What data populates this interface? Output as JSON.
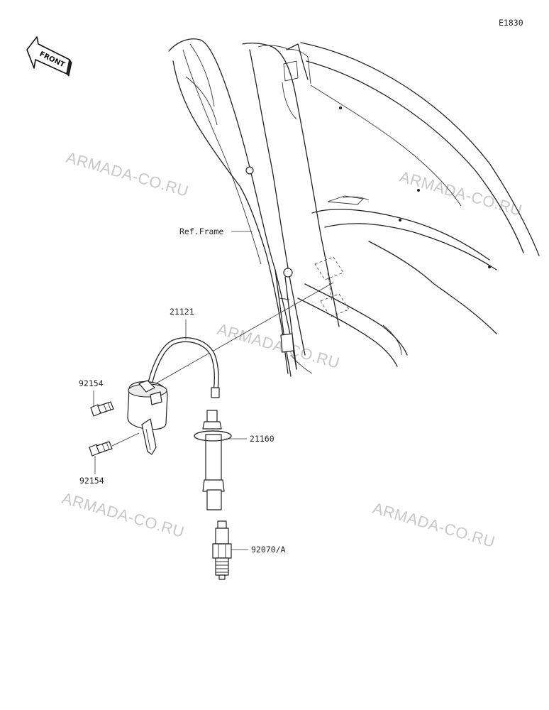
{
  "diagram": {
    "code": "E1830",
    "front_label": "FRONT",
    "frame_ref": "Ref.Frame",
    "parts": [
      {
        "id": "ignition-wire",
        "number": "21121"
      },
      {
        "id": "bolt-upper",
        "number": "92154"
      },
      {
        "id": "bolt-lower",
        "number": "92154"
      },
      {
        "id": "plug-cap",
        "number": "21160"
      },
      {
        "id": "spark-plug",
        "number": "92070/A"
      }
    ],
    "watermarks": [
      "ARMADA-CO.RU",
      "ARMADA-CO.RU",
      "ARMADA-CO.RU",
      "ARMADA-CO.RU",
      "ARMADA-CO.RU"
    ]
  }
}
